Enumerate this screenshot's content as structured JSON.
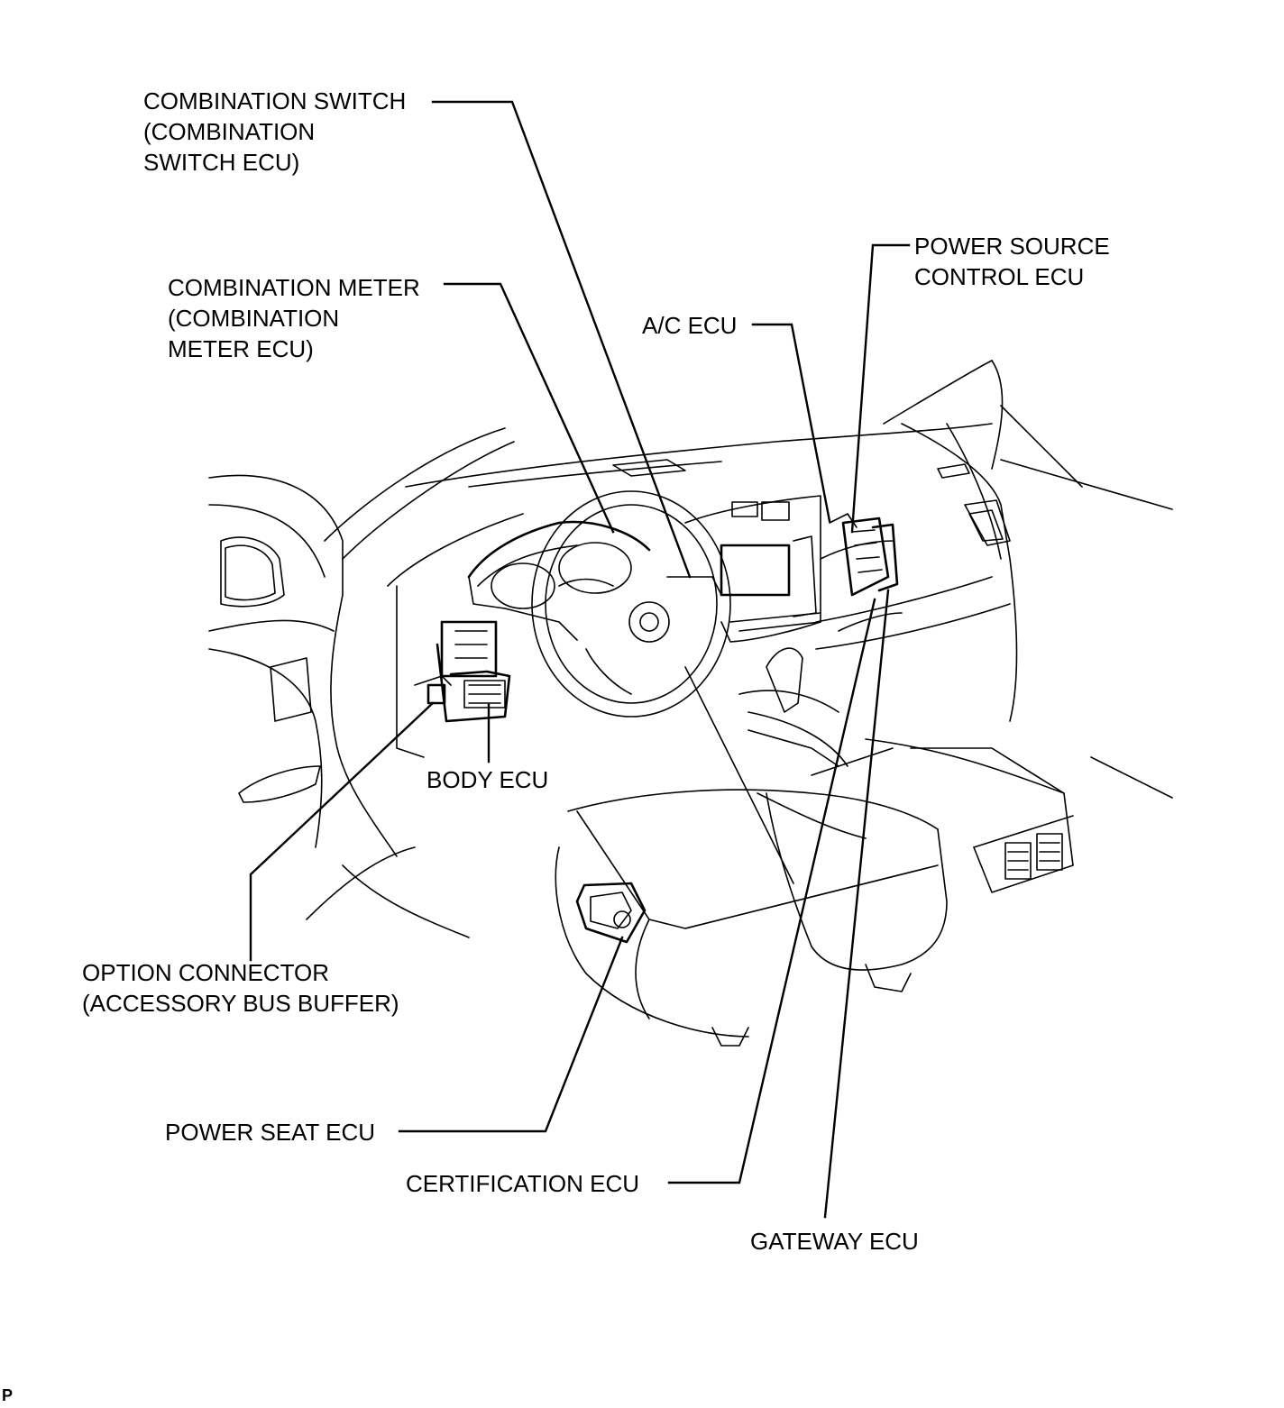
{
  "labels": {
    "combination_switch": [
      "COMBINATION SWITCH",
      "(COMBINATION",
      "SWITCH ECU)"
    ],
    "combination_meter": [
      "COMBINATION METER",
      "(COMBINATION",
      "METER ECU)"
    ],
    "power_source": [
      "POWER SOURCE",
      "CONTROL ECU"
    ],
    "ac_ecu": [
      "A/C ECU"
    ],
    "body_ecu": [
      "BODY ECU"
    ],
    "option_connector": [
      "OPTION CONNECTOR",
      "(ACCESSORY BUS BUFFER)"
    ],
    "power_seat": [
      "POWER SEAT ECU"
    ],
    "certification": [
      "CERTIFICATION ECU"
    ],
    "gateway": [
      "GATEWAY ECU"
    ]
  },
  "footer_mark": "P"
}
